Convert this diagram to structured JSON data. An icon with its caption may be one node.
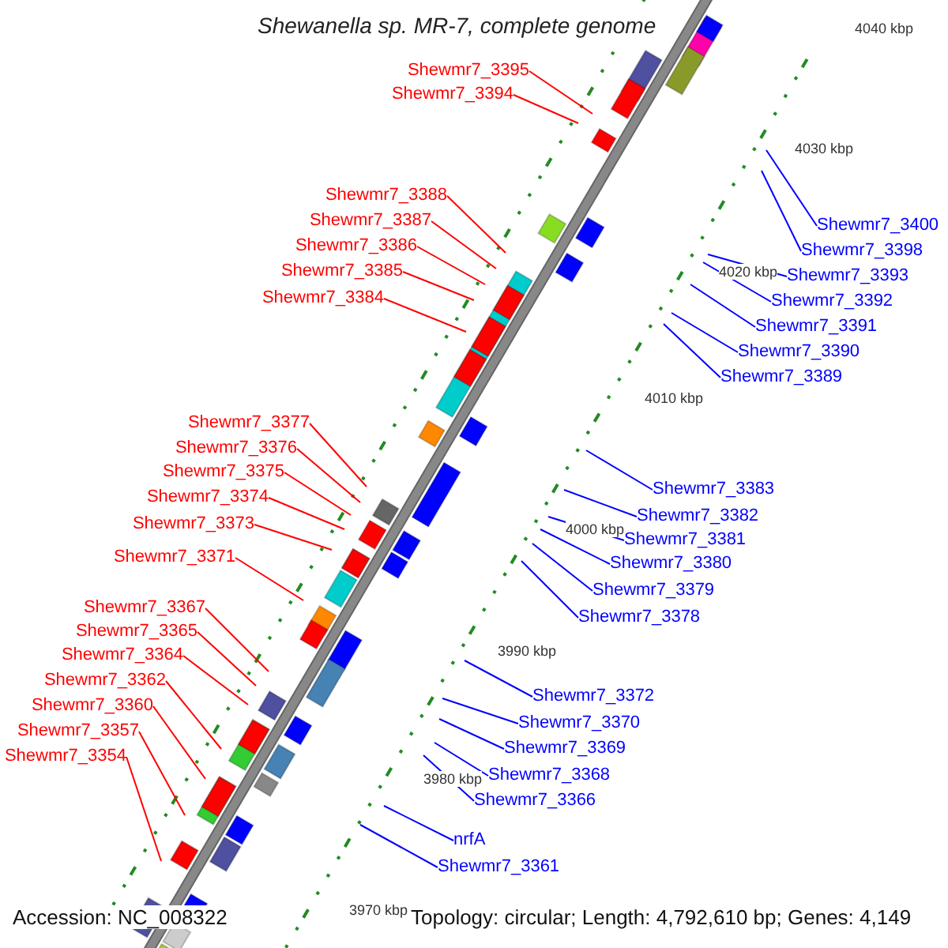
{
  "diagram": {
    "title": "Shewanella sp. MR-7, complete genome",
    "nodes": [
      {
        "text": [
          "Shewmr7_3395"
        ]
      },
      {
        "text": [
          "Shewmr7_3394"
        ]
      },
      {
        "text": [
          "Shewmr7_3388"
        ]
      },
      {
        "text": [
          "Shewmr7_3387"
        ]
      },
      {
        "text": [
          "Shewmr7_3386"
        ]
      },
      {
        "text": [
          "Shewmr7_3385"
        ]
      },
      {
        "text": [
          "Shewmr7_3384"
        ]
      },
      {
        "text": [
          "Shewmr7_3377"
        ]
      },
      {
        "text": [
          "Shewmr7_3376"
        ]
      },
      {
        "text": [
          "Shewmr7_3375"
        ]
      },
      {
        "text": [
          "Shewmr7_3374"
        ]
      },
      {
        "text": [
          "Shewmr7_3373"
        ]
      },
      {
        "text": [
          "Shewmr7_3371"
        ]
      },
      {
        "text": [
          "Shewmr7_3367"
        ]
      },
      {
        "text": [
          "Shewmr7_3365"
        ]
      },
      {
        "text": [
          "Shewmr7_3364"
        ]
      },
      {
        "text": [
          "Shewmr7_3362"
        ]
      },
      {
        "text": [
          "Shewmr7_3360"
        ]
      },
      {
        "text": [
          "Shewmr7_3357"
        ]
      },
      {
        "text": [
          "Shewmr7_3354"
        ]
      },
      {
        "text": [
          "Shewmr7_3400"
        ]
      },
      {
        "text": [
          "Shewmr7_3398"
        ]
      },
      {
        "text": [
          "Shewmr7_3393"
        ]
      },
      {
        "text": [
          "Shewmr7_3392"
        ]
      },
      {
        "text": [
          "Shewmr7_3391"
        ]
      },
      {
        "text": [
          "Shewmr7_3390"
        ]
      },
      {
        "text": [
          "Shewmr7_3389"
        ]
      },
      {
        "text": [
          "Shewmr7_3383"
        ]
      },
      {
        "text": [
          "Shewmr7_3382"
        ]
      },
      {
        "text": [
          "Shewmr7_3381"
        ]
      },
      {
        "text": [
          "Shewmr7_3380"
        ]
      },
      {
        "text": [
          "Shewmr7_3379"
        ]
      },
      {
        "text": [
          "Shewmr7_3378"
        ]
      },
      {
        "text": [
          "Shewmr7_3372"
        ]
      },
      {
        "text": [
          "Shewmr7_3370"
        ]
      },
      {
        "text": [
          "Shewmr7_3369"
        ]
      },
      {
        "text": [
          "Shewmr7_3368"
        ]
      },
      {
        "text": [
          "Shewmr7_3366"
        ]
      },
      {
        "text": [
          "nrfA"
        ]
      },
      {
        "text": [
          "Shewmr7_3361"
        ]
      }
    ],
    "edges": [
      {
        "from": 0,
        "to": null,
        "arrow": "none",
        "color": "#ff0000"
      },
      {
        "from": 1,
        "to": null,
        "arrow": "none",
        "color": "#ff0000"
      },
      {
        "from": 2,
        "to": null,
        "arrow": "none",
        "color": "#ff0000"
      },
      {
        "from": 3,
        "to": null,
        "arrow": "none",
        "color": "#ff0000"
      },
      {
        "from": 4,
        "to": null,
        "arrow": "none",
        "color": "#ff0000"
      },
      {
        "from": 5,
        "to": null,
        "arrow": "none",
        "color": "#ff0000"
      },
      {
        "from": 6,
        "to": null,
        "arrow": "none",
        "color": "#ff0000"
      },
      {
        "from": 7,
        "to": null,
        "arrow": "none",
        "color": "#ff0000"
      },
      {
        "from": 8,
        "to": null,
        "arrow": "none",
        "color": "#ff0000"
      },
      {
        "from": 9,
        "to": null,
        "arrow": "none",
        "color": "#ff0000"
      },
      {
        "from": 10,
        "to": null,
        "arrow": "none",
        "color": "#ff0000"
      },
      {
        "from": 11,
        "to": null,
        "arrow": "none",
        "color": "#ff0000"
      },
      {
        "from": 12,
        "to": null,
        "arrow": "none",
        "color": "#ff0000"
      },
      {
        "from": 13,
        "to": null,
        "arrow": "none",
        "color": "#ff0000"
      },
      {
        "from": 14,
        "to": null,
        "arrow": "none",
        "color": "#ff0000"
      },
      {
        "from": 15,
        "to": null,
        "arrow": "none",
        "color": "#ff0000"
      },
      {
        "from": 16,
        "to": null,
        "arrow": "none",
        "color": "#ff0000"
      },
      {
        "from": 17,
        "to": null,
        "arrow": "none",
        "color": "#ff0000"
      },
      {
        "from": 18,
        "to": null,
        "arrow": "none",
        "color": "#ff0000"
      },
      {
        "from": 19,
        "to": null,
        "arrow": "none",
        "color": "#ff0000"
      },
      {
        "from": 20,
        "to": null,
        "arrow": "none",
        "color": "#0000ff"
      },
      {
        "from": 21,
        "to": null,
        "arrow": "none",
        "color": "#0000ff"
      },
      {
        "from": 22,
        "to": null,
        "arrow": "none",
        "color": "#0000ff"
      },
      {
        "from": 23,
        "to": null,
        "arrow": "none",
        "color": "#0000ff"
      },
      {
        "from": 24,
        "to": null,
        "arrow": "none",
        "color": "#0000ff"
      },
      {
        "from": 25,
        "to": null,
        "arrow": "none",
        "color": "#0000ff"
      },
      {
        "from": 26,
        "to": null,
        "arrow": "none",
        "color": "#0000ff"
      },
      {
        "from": 27,
        "to": null,
        "arrow": "none",
        "color": "#0000ff"
      },
      {
        "from": 28,
        "to": null,
        "arrow": "none",
        "color": "#0000ff"
      },
      {
        "from": 29,
        "to": null,
        "arrow": "none",
        "color": "#0000ff"
      },
      {
        "from": 30,
        "to": null,
        "arrow": "none",
        "color": "#0000ff"
      },
      {
        "from": 31,
        "to": null,
        "arrow": "none",
        "color": "#0000ff"
      },
      {
        "from": 32,
        "to": null,
        "arrow": "none",
        "color": "#0000ff"
      },
      {
        "from": 33,
        "to": null,
        "arrow": "none",
        "color": "#0000ff"
      },
      {
        "from": 34,
        "to": null,
        "arrow": "none",
        "color": "#0000ff"
      },
      {
        "from": 35,
        "to": null,
        "arrow": "none",
        "color": "#0000ff"
      },
      {
        "from": 36,
        "to": null,
        "arrow": "none",
        "color": "#0000ff"
      },
      {
        "from": 37,
        "to": null,
        "arrow": "none",
        "color": "#0000ff"
      },
      {
        "from": 38,
        "to": null,
        "arrow": "none",
        "color": "#0000ff"
      },
      {
        "from": 39,
        "to": null,
        "arrow": "none",
        "color": "#0000ff"
      }
    ],
    "labels": [
      "4040 kbp",
      "4030 kbp",
      "4020 kbp",
      "4010 kbp",
      "4000 kbp",
      "3990 kbp",
      "3980 kbp",
      "3970 kbp",
      "Accession: NC_008322",
      "Topology: circular; Length: 4,792,610 bp; Genes: 4,149"
    ]
  }
}
